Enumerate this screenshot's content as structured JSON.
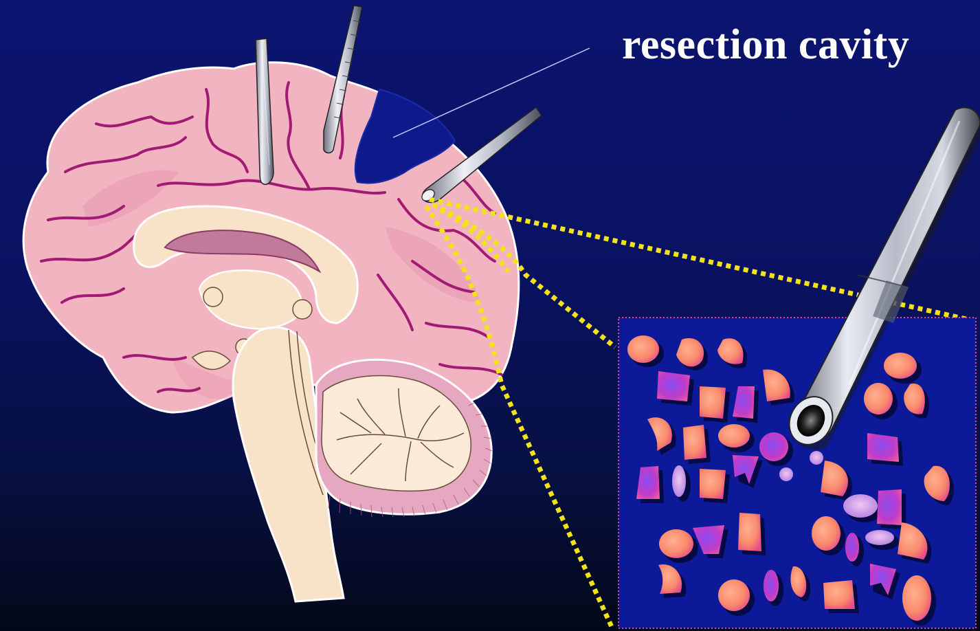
{
  "annotation": {
    "label": "resection cavity"
  },
  "colors": {
    "background_top": "#0b1470",
    "background_bottom": "#030818",
    "brain_pink": "#f3b4c2",
    "sulcus": "#a21a74",
    "brainstem": "#f7dcc2",
    "cavity": "#0e1a8c",
    "zoom_dots": "#f2e21a",
    "inset_fill": "#0c1a9a",
    "inset_border": "#d8508a",
    "cell_orange": "#f98a6c",
    "cell_magenta": "#d43cb8",
    "probe_metal": "#c4c8d4"
  },
  "icons": [
    "brain-sagittal-illustration",
    "depth-electrode",
    "microdialysis-probe",
    "tissue-cell"
  ]
}
